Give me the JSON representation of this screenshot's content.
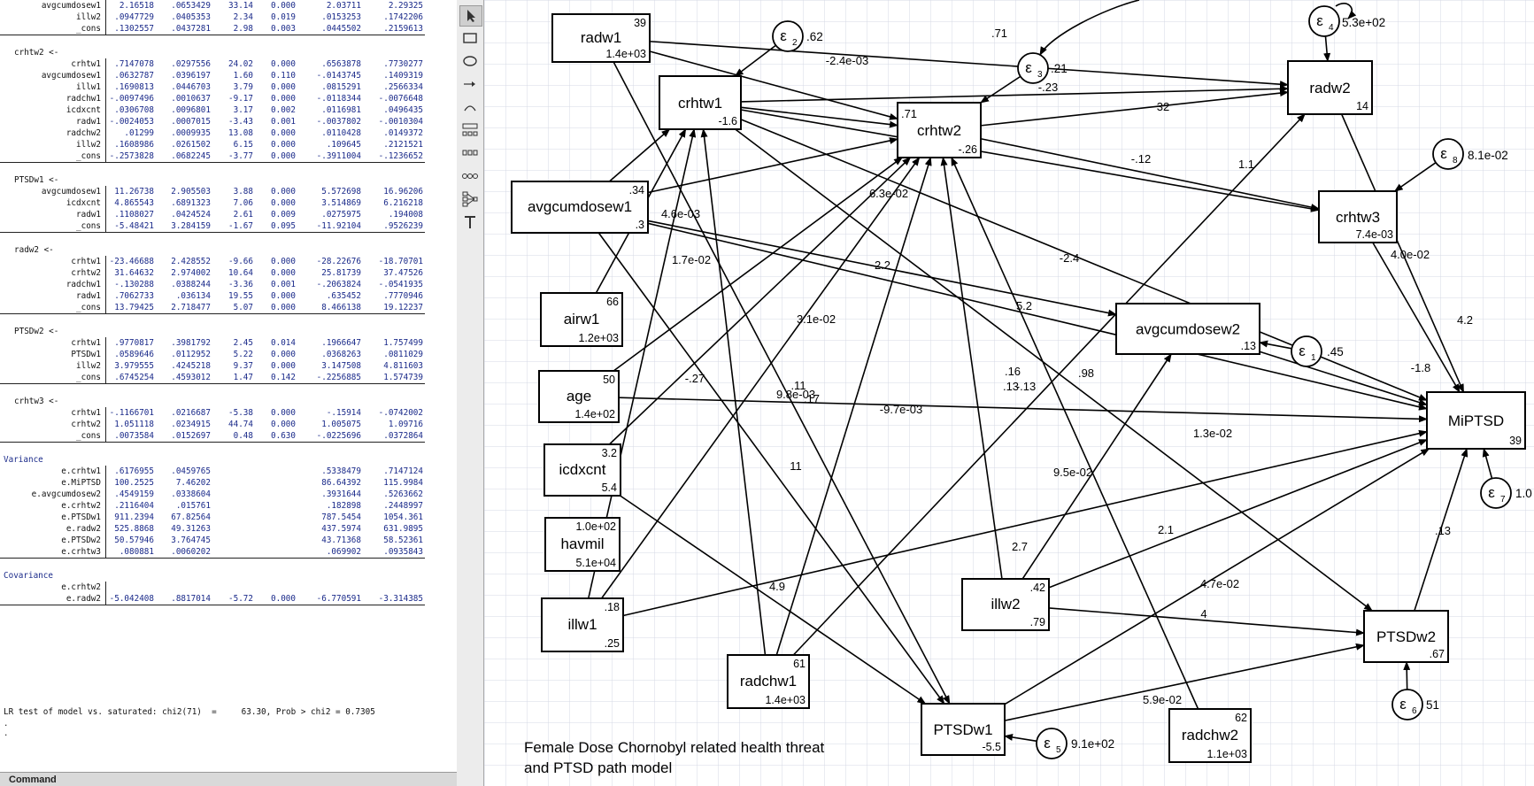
{
  "results": {
    "rows": [
      {
        "kind": "row",
        "label": "avgcumdosew1",
        "v": [
          "2.16518",
          ".0653429",
          "33.14",
          "0.000",
          "2.03711",
          "2.29325"
        ]
      },
      {
        "kind": "row",
        "label": "illw2",
        "v": [
          ".0947729",
          ".0405353",
          "2.34",
          "0.019",
          ".0153253",
          ".1742206"
        ]
      },
      {
        "kind": "row",
        "label": "_cons",
        "v": [
          ".1302557",
          ".0437281",
          "2.98",
          "0.003",
          ".0445502",
          ".2159613"
        ]
      },
      {
        "kind": "div"
      },
      {
        "kind": "section",
        "label": "crhtw2 <-"
      },
      {
        "kind": "row",
        "label": "crhtw1",
        "v": [
          ".7147078",
          ".0297556",
          "24.02",
          "0.000",
          ".6563878",
          ".7730277"
        ]
      },
      {
        "kind": "row",
        "label": "avgcumdosew1",
        "v": [
          ".0632787",
          ".0396197",
          "1.60",
          "0.110",
          "-.0143745",
          ".1409319"
        ]
      },
      {
        "kind": "row",
        "label": "illw1",
        "v": [
          ".1690813",
          ".0446703",
          "3.79",
          "0.000",
          ".0815291",
          ".2566334"
        ]
      },
      {
        "kind": "row",
        "label": "radchw1",
        "v": [
          "-.0097496",
          ".0010637",
          "-9.17",
          "0.000",
          "-.0118344",
          "-.0076648"
        ]
      },
      {
        "kind": "row",
        "label": "icdxcnt",
        "v": [
          ".0306708",
          ".0096801",
          "3.17",
          "0.002",
          ".0116981",
          ".0496435"
        ]
      },
      {
        "kind": "row",
        "label": "radw1",
        "v": [
          "-.0024053",
          ".0007015",
          "-3.43",
          "0.001",
          "-.0037802",
          "-.0010304"
        ]
      },
      {
        "kind": "row",
        "label": "radchw2",
        "v": [
          ".01299",
          ".0009935",
          "13.08",
          "0.000",
          ".0110428",
          ".0149372"
        ]
      },
      {
        "kind": "row",
        "label": "illw2",
        "v": [
          ".1608986",
          ".0261502",
          "6.15",
          "0.000",
          ".109645",
          ".2121521"
        ]
      },
      {
        "kind": "row",
        "label": "_cons",
        "v": [
          "-.2573828",
          ".0682245",
          "-3.77",
          "0.000",
          "-.3911004",
          "-.1236652"
        ]
      },
      {
        "kind": "div"
      },
      {
        "kind": "section",
        "label": "PTSDw1 <-"
      },
      {
        "kind": "row",
        "label": "avgcumdosew1",
        "v": [
          "11.26738",
          "2.905503",
          "3.88",
          "0.000",
          "5.572698",
          "16.96206"
        ]
      },
      {
        "kind": "row",
        "label": "icdxcnt",
        "v": [
          "4.865543",
          ".6891323",
          "7.06",
          "0.000",
          "3.514869",
          "6.216218"
        ]
      },
      {
        "kind": "row",
        "label": "radw1",
        "v": [
          ".1108027",
          ".0424524",
          "2.61",
          "0.009",
          ".0275975",
          ".194008"
        ]
      },
      {
        "kind": "row",
        "label": "_cons",
        "v": [
          "-5.48421",
          "3.284159",
          "-1.67",
          "0.095",
          "-11.92104",
          ".9526239"
        ]
      },
      {
        "kind": "div"
      },
      {
        "kind": "section",
        "label": "radw2 <-"
      },
      {
        "kind": "row",
        "label": "crhtw1",
        "v": [
          "-23.46688",
          "2.428552",
          "-9.66",
          "0.000",
          "-28.22676",
          "-18.70701"
        ]
      },
      {
        "kind": "row",
        "label": "crhtw2",
        "v": [
          "31.64632",
          "2.974002",
          "10.64",
          "0.000",
          "25.81739",
          "37.47526"
        ]
      },
      {
        "kind": "row",
        "label": "radchw1",
        "v": [
          "-.130288",
          ".0388244",
          "-3.36",
          "0.001",
          "-.2063824",
          "-.0541935"
        ]
      },
      {
        "kind": "row",
        "label": "radw1",
        "v": [
          ".7062733",
          ".036134",
          "19.55",
          "0.000",
          ".635452",
          ".7770946"
        ]
      },
      {
        "kind": "row",
        "label": "_cons",
        "v": [
          "13.79425",
          "2.718477",
          "5.07",
          "0.000",
          "8.466138",
          "19.12237"
        ]
      },
      {
        "kind": "div"
      },
      {
        "kind": "section",
        "label": "PTSDw2 <-"
      },
      {
        "kind": "row",
        "label": "crhtw1",
        "v": [
          ".9770817",
          ".3981792",
          "2.45",
          "0.014",
          ".1966647",
          "1.757499"
        ]
      },
      {
        "kind": "row",
        "label": "PTSDw1",
        "v": [
          ".0589646",
          ".0112952",
          "5.22",
          "0.000",
          ".0368263",
          ".0811029"
        ]
      },
      {
        "kind": "row",
        "label": "illw2",
        "v": [
          "3.979555",
          ".4245218",
          "9.37",
          "0.000",
          "3.147508",
          "4.811603"
        ]
      },
      {
        "kind": "row",
        "label": "_cons",
        "v": [
          ".6745254",
          ".4593012",
          "1.47",
          "0.142",
          "-.2256885",
          "1.574739"
        ]
      },
      {
        "kind": "div"
      },
      {
        "kind": "section",
        "label": "crhtw3 <-"
      },
      {
        "kind": "row",
        "label": "crhtw1",
        "v": [
          "-.1166701",
          ".0216687",
          "-5.38",
          "0.000",
          "-.15914",
          "-.0742002"
        ]
      },
      {
        "kind": "row",
        "label": "crhtw2",
        "v": [
          "1.051118",
          ".0234915",
          "44.74",
          "0.000",
          "1.005075",
          "1.09716"
        ]
      },
      {
        "kind": "row",
        "label": "_cons",
        "v": [
          ".0073584",
          ".0152697",
          "0.48",
          "0.630",
          "-.0225696",
          ".0372864"
        ]
      },
      {
        "kind": "div"
      },
      {
        "kind": "section2",
        "label": "Variance"
      },
      {
        "kind": "row",
        "label": "e.crhtw1",
        "v": [
          ".6176955",
          ".0459765",
          "",
          "",
          ".5338479",
          ".7147124"
        ]
      },
      {
        "kind": "row",
        "label": "e.MiPTSD",
        "v": [
          "100.2525",
          "7.46202",
          "",
          "",
          "86.64392",
          "115.9984"
        ]
      },
      {
        "kind": "row",
        "label": "e.avgcumdosew2",
        "v": [
          ".4549159",
          ".0338604",
          "",
          "",
          ".3931644",
          ".5263662"
        ]
      },
      {
        "kind": "row",
        "label": "e.crhtw2",
        "v": [
          ".2116404",
          ".015761",
          "",
          "",
          ".182898",
          ".2448997"
        ]
      },
      {
        "kind": "row",
        "label": "e.PTSDw1",
        "v": [
          "911.2394",
          "67.82564",
          "",
          "",
          "787.5454",
          "1054.361"
        ]
      },
      {
        "kind": "row",
        "label": "e.radw2",
        "v": [
          "525.8868",
          "49.31263",
          "",
          "",
          "437.5974",
          "631.9895"
        ]
      },
      {
        "kind": "row",
        "label": "e.PTSDw2",
        "v": [
          "50.57946",
          "3.764745",
          "",
          "",
          "43.71368",
          "58.52361"
        ]
      },
      {
        "kind": "row",
        "label": "e.crhtw3",
        "v": [
          ".080881",
          ".0060202",
          "",
          "",
          ".069902",
          ".0935843"
        ]
      },
      {
        "kind": "div"
      },
      {
        "kind": "section2",
        "label": "Covariance"
      },
      {
        "kind": "row",
        "label": "e.crhtw2",
        "v": [
          "",
          "",
          "",
          "",
          "",
          ""
        ]
      },
      {
        "kind": "row",
        "label": "e.radw2",
        "v": [
          "-5.042408",
          ".8817014",
          "-5.72",
          "0.000",
          "-6.770591",
          "-3.314385"
        ]
      },
      {
        "kind": "div"
      }
    ],
    "lrtest": "LR test of model vs. saturated: chi2(71)  =     63.30, Prob > chi2 = 0.7305",
    "dots": [
      ".",
      "."
    ],
    "command_label": "Command"
  },
  "tools": [
    "select-tool",
    "box-tool",
    "oval-tool",
    "path-tool",
    "covariance-tool",
    "group-tool",
    "table-tool",
    "chain-tool",
    "tree-tool",
    "text-tool"
  ],
  "diagram": {
    "title_lines": [
      "Female Dose Chornobyl related health threat",
      "and PTSD path model"
    ],
    "nodes": {
      "radw1": {
        "name": "radw1",
        "top": "39",
        "bottom": "1.4e+03"
      },
      "crhtw1": {
        "name": "crhtw1",
        "bottom": "-1.6"
      },
      "crhtw2": {
        "name": "crhtw2",
        "bottom": "-.26"
      },
      "radw2": {
        "name": "radw2",
        "bottom": "14"
      },
      "crhtw3": {
        "name": "crhtw3",
        "bottom": "7.4e-03"
      },
      "avgcumdosew1": {
        "name": "avgcumdosew1",
        "top": ".34",
        "bottom": ".3"
      },
      "airw1": {
        "name": "airw1",
        "top": "66",
        "bottom": "1.2e+03"
      },
      "age": {
        "name": "age",
        "top": "50",
        "bottom": "1.4e+02"
      },
      "icdxcnt": {
        "name": "icdxcnt",
        "top": "3.2",
        "bottom": "5.4"
      },
      "havmil": {
        "name": "havmil",
        "top": "1.0e+02",
        "bottom": "5.1e+04"
      },
      "illw1": {
        "name": "illw1",
        "top": ".18",
        "bottom": ".25"
      },
      "avgcumdosew2": {
        "name": "avgcumdosew2",
        "bottom": ".13"
      },
      "MiPTSD": {
        "name": "MiPTSD",
        "bottom": "39"
      },
      "illw2": {
        "name": "illw2",
        "top": ".42",
        "bottom": ".79"
      },
      "PTSDw2": {
        "name": "PTSDw2",
        "bottom": ".67"
      },
      "radchw1": {
        "name": "radchw1",
        "top": "61",
        "bottom": "1.4e+03"
      },
      "PTSDw1": {
        "name": "PTSDw1",
        "bottom": "-5.5"
      },
      "radchw2": {
        "name": "radchw2",
        "top": "62",
        "bottom": "1.1e+03"
      }
    },
    "errors": [
      {
        "id": "e1",
        "sym": "ε",
        "sub": "1",
        "value": ".45"
      },
      {
        "id": "e2",
        "sym": "ε",
        "sub": "2",
        "value": ".62"
      },
      {
        "id": "e3",
        "sym": "ε",
        "sub": "3",
        "value": ".21"
      },
      {
        "id": "e4",
        "sym": "ε",
        "sub": "4",
        "value": "5.3e+02"
      },
      {
        "id": "e5",
        "sym": "ε",
        "sub": "5",
        "value": "9.1e+02"
      },
      {
        "id": "e6",
        "sym": "ε",
        "sub": "6",
        "value": "51"
      },
      {
        "id": "e7",
        "sym": "ε",
        "sub": "7",
        "value": "1.0"
      },
      {
        "id": "e8",
        "sym": "ε",
        "sub": "8",
        "value": "8.1e-02"
      }
    ],
    "path_labels": [
      ".71",
      "-2.4e-03",
      "-.23",
      "32",
      ".71",
      "1.1",
      "-.12",
      "6.3e-02",
      "4.6e-03",
      "1.7e-02",
      "2.2",
      "5.2",
      "-2.4",
      "4.0e-02",
      "4.2",
      "-1.8",
      "3.1e-02",
      ".98",
      ".16",
      "-.13",
      ".13",
      "-.27",
      ".11",
      "9.8e-03",
      ".17",
      "-9.7e-03",
      "11",
      "9.5e-02",
      "1.3e-02",
      "2.7",
      "2.1",
      "4.9",
      "4.7e-02",
      "4",
      ".13",
      "5.9e-02"
    ]
  }
}
